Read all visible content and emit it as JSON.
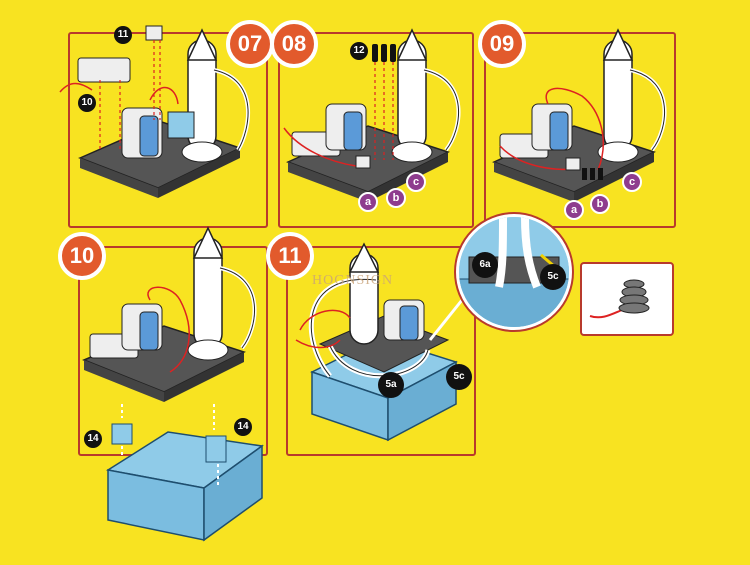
{
  "steps": [
    {
      "label": "07"
    },
    {
      "label": "08"
    },
    {
      "label": "09"
    },
    {
      "label": "10"
    },
    {
      "label": "11"
    }
  ],
  "part_numbers": {
    "p10": "10",
    "p11": "11",
    "p12": "12",
    "p14a": "14",
    "p14b": "14"
  },
  "connectors": {
    "s08": [
      "a",
      "b",
      "c"
    ],
    "s09": [
      "a",
      "b",
      "c"
    ]
  },
  "callouts": {
    "c6a": "6a",
    "c5c_zoom": "5c",
    "c5a": "5a",
    "c5c": "5c"
  },
  "watermark": "HOGNSIGN",
  "colors": {
    "background": "#f8e321",
    "panel_border": "#b83a2c",
    "step_badge": "#e25a2c",
    "connector_pin": "#8e3c8e",
    "water_box": "#8fcbe8",
    "wire": "#d22"
  }
}
